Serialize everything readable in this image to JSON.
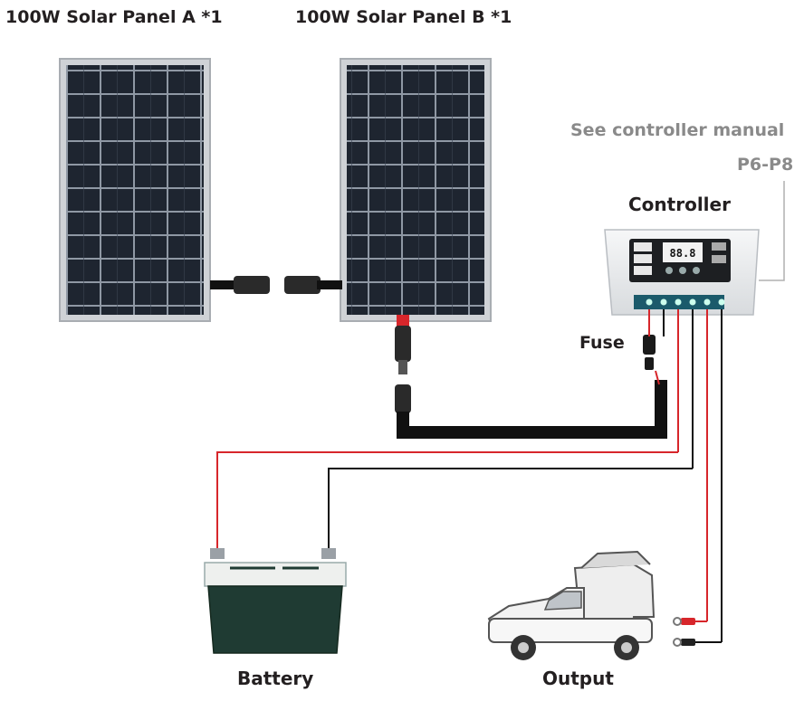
{
  "labels": {
    "panel_a": "100W Solar Panel A *1",
    "panel_b": "100W Solar Panel B *1",
    "manual_line1": "See controller manual",
    "manual_line2": "P6-P8",
    "controller": "Controller",
    "fuse": "Fuse",
    "battery": "Battery",
    "output": "Output",
    "lcd_reading": "88.8"
  },
  "colors": {
    "positive_wire": "#d7262b",
    "negative_wire": "#1a1a1a",
    "panel_cell": "#1e2530",
    "panel_frame": "#c9ccd0",
    "battery_body": "#1f3b33",
    "callout_text": "#8a8a8a"
  }
}
